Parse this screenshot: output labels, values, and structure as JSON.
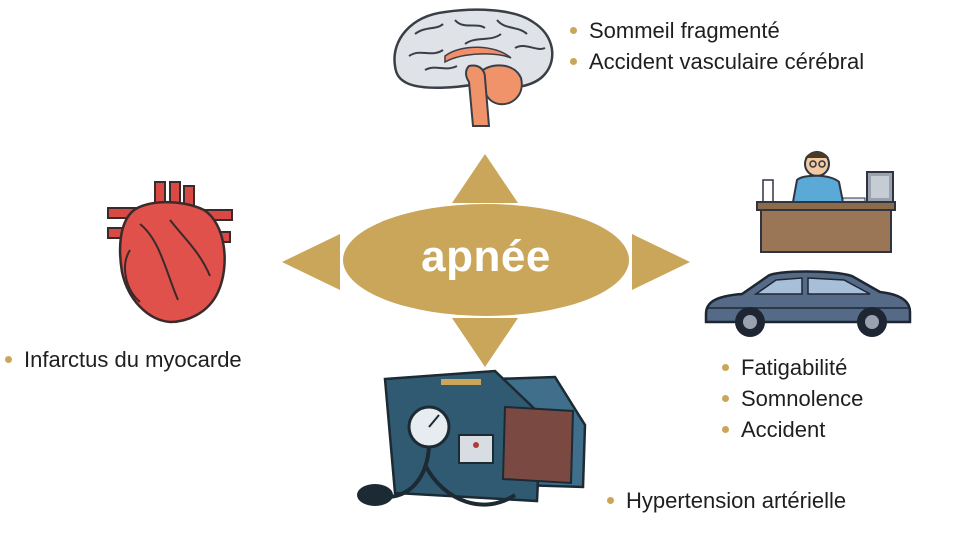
{
  "hub": {
    "label": "apnée"
  },
  "top_list": [
    "Sommeil fragmenté",
    "Accident vasculaire cérébral"
  ],
  "left_list": [
    "Infarctus du myocarde"
  ],
  "right_list": [
    "Fatigabilité",
    "Somnolence",
    "Accident"
  ],
  "bottom_list": [
    "Hypertension artérielle"
  ],
  "illustrations": [
    "brain-icon",
    "heart-icon",
    "office-worker-icon",
    "car-icon",
    "blood-pressure-cuff-icon"
  ],
  "colors": {
    "accent": "#c9a65a",
    "hub_fill": "#c9a65a",
    "text": "#1f1f1f"
  }
}
